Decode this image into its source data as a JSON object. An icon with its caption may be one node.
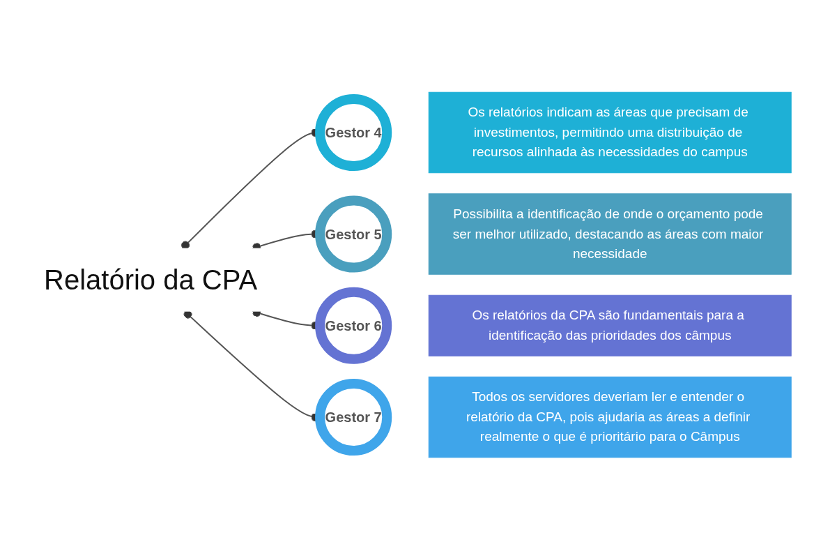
{
  "diagram": {
    "nodes": [
      {
        "text": [
          "Relatório da CPA"
        ]
      },
      {
        "text": [
          "Gestor 4"
        ]
      },
      {
        "text": [
          "Os relatórios indicam as áreas que precisam de investimentos, permitindo uma distribuição de recursos alinhada às necessidades do campus"
        ]
      },
      {
        "text": [
          "Gestor 5"
        ]
      },
      {
        "text": [
          "Possibilita a identificação de onde o orçamento pode ser melhor utilizado, destacando as áreas com maior necessidade"
        ]
      },
      {
        "text": [
          "Gestor 6"
        ]
      },
      {
        "text": [
          "Os relatórios da CPA são fundamentais para a identificação das prioridades dos câmpus"
        ]
      },
      {
        "text": [
          "Gestor 7"
        ]
      },
      {
        "text": [
          "Todos os servidores deveriam ler e entender o relatório da CPA, pois ajudaria as áreas a definir realmente o que é prioritário para o Câmpus"
        ]
      }
    ],
    "edges": [
      {
        "from": 0,
        "to": 1,
        "arrow": "other"
      },
      {
        "from": 0,
        "to": 3,
        "arrow": "other"
      },
      {
        "from": 0,
        "to": 5,
        "arrow": "other"
      },
      {
        "from": 0,
        "to": 7,
        "arrow": "other"
      }
    ]
  }
}
